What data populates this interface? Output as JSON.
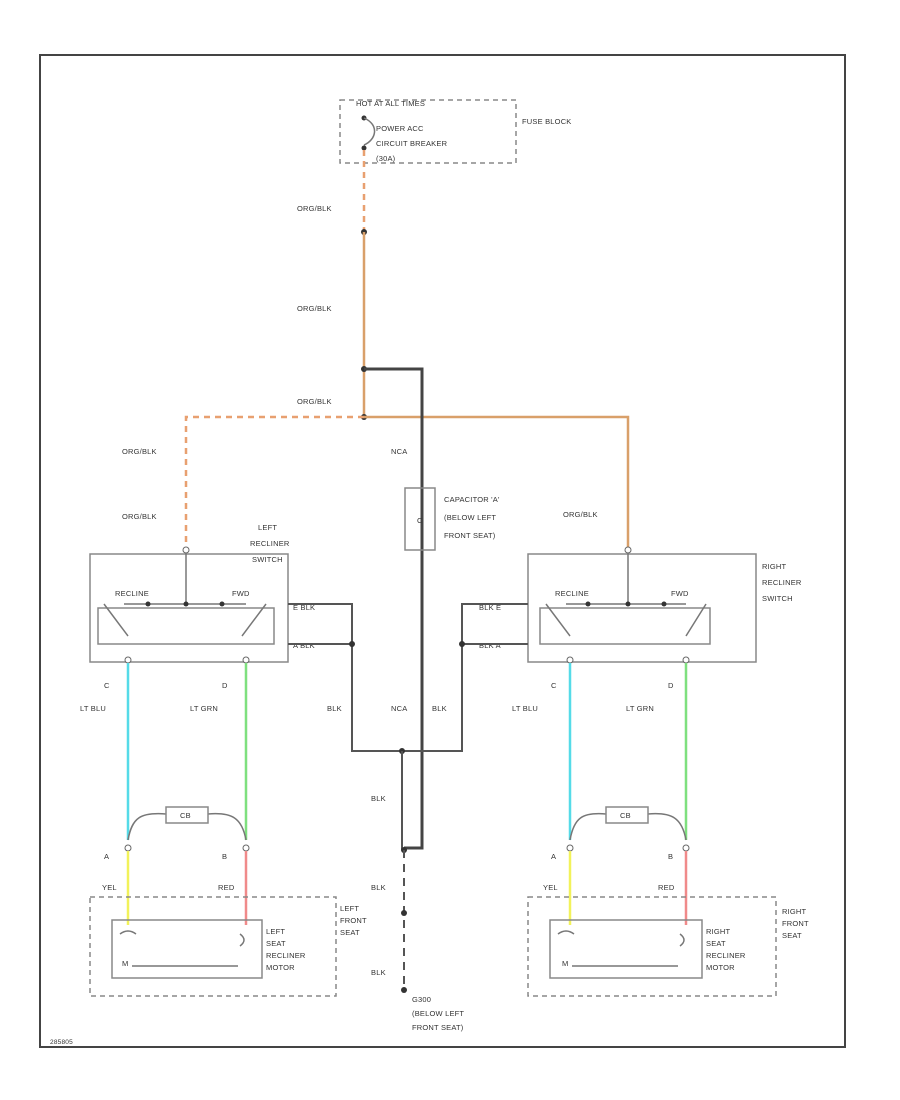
{
  "fuse_block": {
    "hot_label": "HOT AT ALL TIMES",
    "breaker_line1": "POWER ACC",
    "breaker_line2": "CIRCUIT BREAKER",
    "breaker_line3": "(30A)",
    "block_label": "FUSE BLOCK"
  },
  "wires": {
    "org_blk": "ORG/BLK",
    "blk": "BLK",
    "nca": "NCA",
    "lt_blu": "LT BLU",
    "lt_grn": "LT GRN",
    "yel": "YEL",
    "red": "RED"
  },
  "capacitor": {
    "symbol": "C",
    "line1": "CAPACITOR 'A'",
    "line2": "(BELOW LEFT",
    "line3": "FRONT SEAT)"
  },
  "left_switch": {
    "title_line1": "LEFT",
    "title_line2": "RECLINER",
    "title_line3": "SWITCH",
    "recline": "RECLINE",
    "fwd": "FWD",
    "wire_top": "E  BLK",
    "wire_bottom": "A  BLK",
    "pin_left": "C",
    "pin_right": "D"
  },
  "right_switch": {
    "title_line1": "RIGHT",
    "title_line2": "RECLINER",
    "title_line3": "SWITCH",
    "recline": "RECLINE",
    "fwd": "FWD",
    "wire_top": "BLK  E",
    "wire_bottom": "BLK  A",
    "pin_left": "C",
    "pin_right": "D"
  },
  "breaker_symbol": "CB",
  "left_motor": {
    "pin_a": "A",
    "pin_b": "B",
    "title_line1": "LEFT",
    "title_line2": "SEAT",
    "title_line3": "RECLINER",
    "title_line4": "MOTOR",
    "seat_line1": "LEFT",
    "seat_line2": "FRONT",
    "seat_line3": "SEAT",
    "m": "M"
  },
  "right_motor": {
    "pin_a": "A",
    "pin_b": "B",
    "title_line1": "RIGHT",
    "title_line2": "SEAT",
    "title_line3": "RECLINER",
    "title_line4": "MOTOR",
    "seat_line1": "RIGHT",
    "seat_line2": "FRONT",
    "seat_line3": "SEAT",
    "m": "M"
  },
  "ground": {
    "line1": "G300",
    "line2": "(BELOW LEFT",
    "line3": "FRONT SEAT)"
  },
  "figure_id": "285805"
}
